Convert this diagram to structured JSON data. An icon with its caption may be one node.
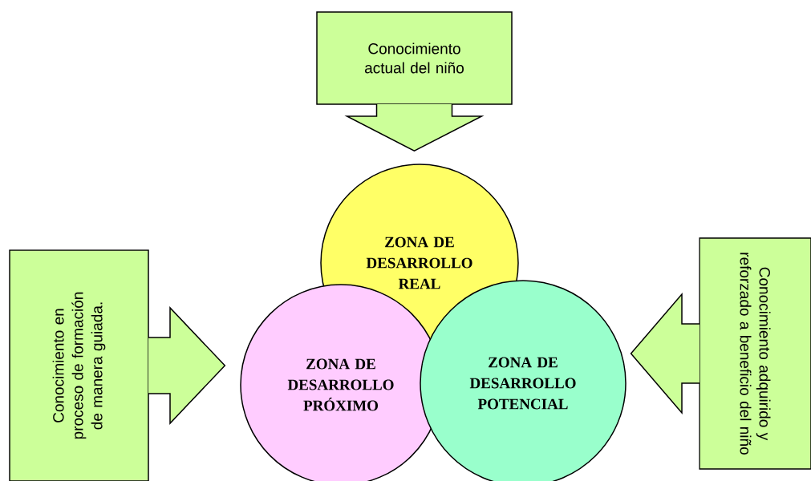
{
  "diagram": {
    "nodes": [
      {
        "text": [
          "Conocimiento actual del niño"
        ]
      },
      {
        "text": [
          "Conocimiento en proceso de formación de manera guiada."
        ]
      },
      {
        "text": [
          "Conocimiento adquirido y reforzado a beneficio del niño"
        ]
      },
      {
        "text": [
          "ZONA DE DESARROLLO REAL"
        ]
      },
      {
        "text": [
          "ZONA DE DESARROLLO PRÓXIMO"
        ]
      },
      {
        "text": [
          "ZONA DE DESARROLLO POTENCIAL"
        ]
      }
    ],
    "edges": [
      {
        "from": 0,
        "to": 3,
        "arrow": "to"
      },
      {
        "from": 1,
        "to": 4,
        "arrow": "to"
      },
      {
        "from": 2,
        "to": 5,
        "arrow": "to"
      }
    ]
  }
}
